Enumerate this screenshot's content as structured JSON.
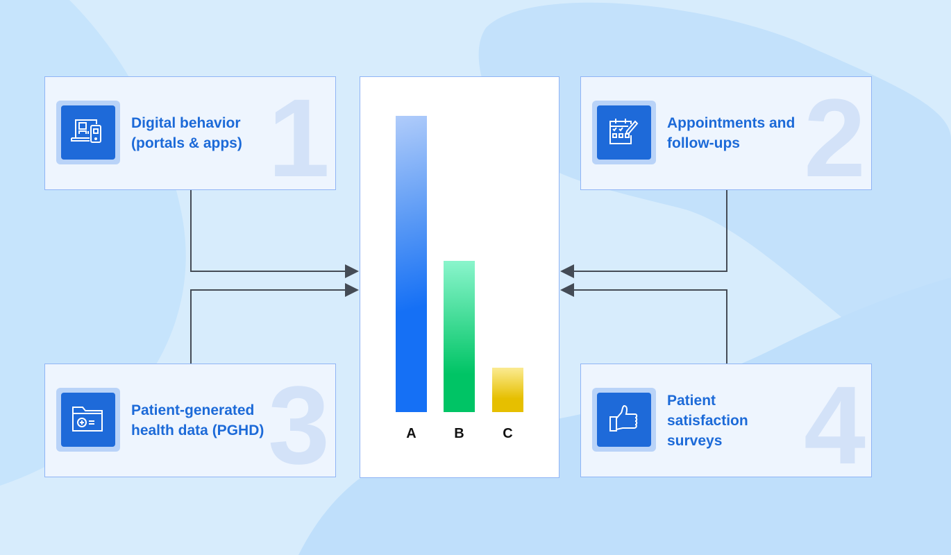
{
  "cards": [
    {
      "number": "1",
      "title_lines": [
        "Digital behavior",
        "(portals & apps)"
      ],
      "icon": "laptop-phone-icon"
    },
    {
      "number": "2",
      "title_lines": [
        "Appointments and",
        "follow-ups"
      ],
      "icon": "calendar-edit-icon"
    },
    {
      "number": "3",
      "title_lines": [
        "Patient-generated",
        "health data (PGHD)"
      ],
      "icon": "medical-folder-icon"
    },
    {
      "number": "4",
      "title_lines": [
        "Patient satisfaction",
        "surveys"
      ],
      "icon": "thumbs-up-icon"
    }
  ],
  "chart_data": {
    "type": "bar",
    "categories": [
      "A",
      "B",
      "C"
    ],
    "values": [
      100,
      51,
      15
    ],
    "title": "",
    "xlabel": "",
    "ylabel": "",
    "ylim": [
      0,
      100
    ],
    "colors": [
      "#1570f5",
      "#00c465",
      "#e6bf00"
    ]
  }
}
